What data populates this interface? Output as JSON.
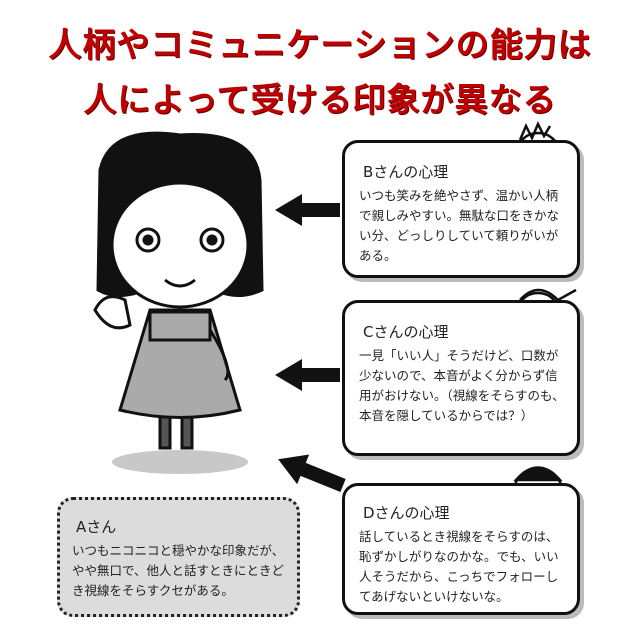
{
  "title": {
    "line1": "人柄やコミュニケーションの能力は",
    "line2": "人によって受ける印象が異なる"
  },
  "colors": {
    "title": "#c00000",
    "a_box": "#dcdcdc"
  },
  "person_a": {
    "heading": "Aさん",
    "text": "いつもニコニコと穏やかな印象だが、やや無口で、他人と話すときにときどき視線をそらすクセがある。"
  },
  "person_b": {
    "heading": "Bさんの心理",
    "text": "いつも笑みを絶やさず、温かい人柄で親しみやすい。無駄な口をきかない分、どっしりしていて頼りがいがある。"
  },
  "person_c": {
    "heading": "Cさんの心理",
    "text": "一見「いい人」そうだけど、口数が少ないので、本音がよく分からず信用がおけない。（視線をそらすのも、本音を隠しているからでは？）"
  },
  "person_d": {
    "heading": "Dさんの心理",
    "text": "話しているとき視線をそらすのは、恥ずかしがりなのかな。でも、いい人そうだから、こっちでフォローしてあげないといけないな。"
  }
}
